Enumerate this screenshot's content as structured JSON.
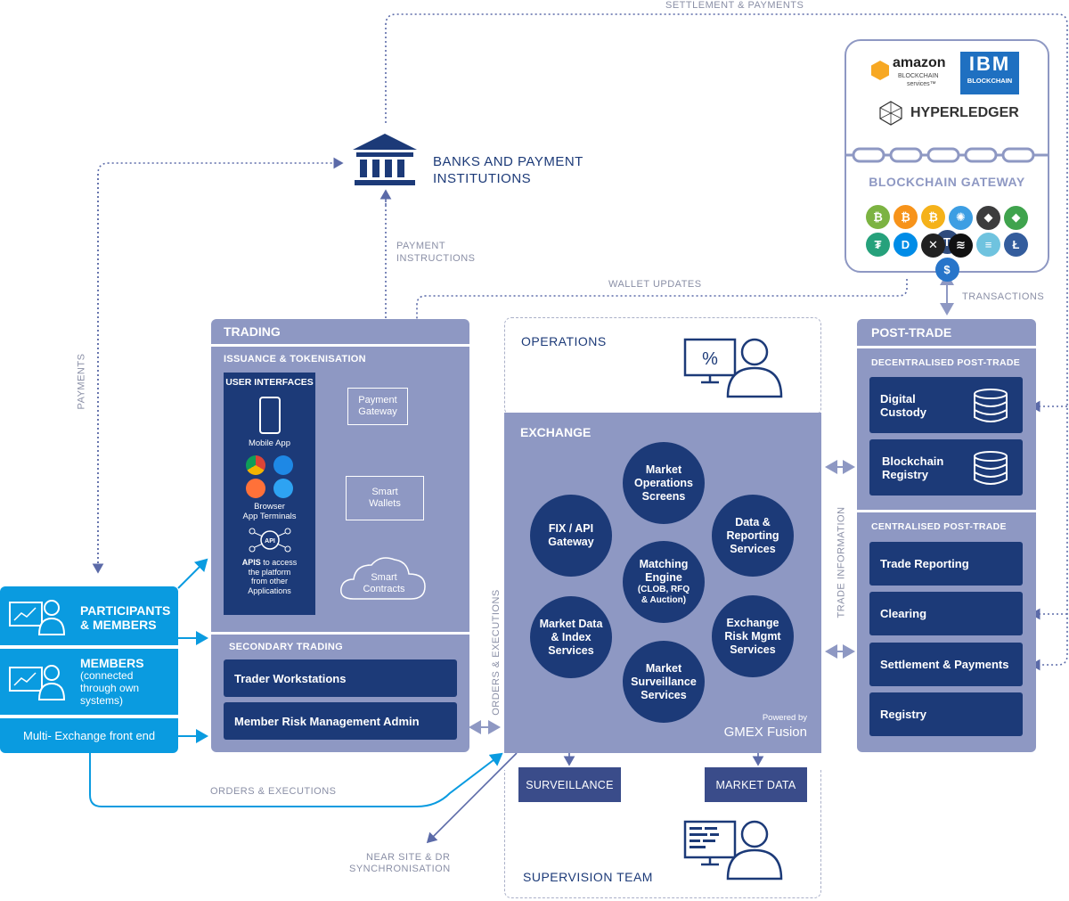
{
  "flows": {
    "settlement_payments": "SETTLEMENT & PAYMENTS",
    "payments": "PAYMENTS",
    "payment_instructions_1": "PAYMENT",
    "payment_instructions_2": "INSTRUCTIONS",
    "wallet_updates": "WALLET UPDATES",
    "transactions": "TRANSACTIONS",
    "trade_information": "TRADE INFORMATION",
    "orders_executions_vertical": "ORDERS & EXECUTIONS",
    "orders_executions_bottom": "ORDERS & EXECUTIONS",
    "near_site_1": "NEAR SITE & DR",
    "near_site_2": "SYNCHRONISATION"
  },
  "banks": {
    "title_line1": "BANKS AND PAYMENT",
    "title_line2": "INSTITUTIONS"
  },
  "blockchain": {
    "amazon": "amazon",
    "amazon_sub1": "BLOCKCHAIN",
    "amazon_sub2": "services™",
    "ibm": "IBM",
    "ibm_sub": "BLOCKCHAIN",
    "hyperledger": "HYPERLEDGER",
    "gateway_title": "BLOCKCHAIN GATEWAY",
    "coins_row1": [
      {
        "glyph": "₿",
        "color": "#7cb342"
      },
      {
        "glyph": "₿",
        "color": "#f7931a"
      },
      {
        "glyph": "₿",
        "color": "#f5b21a"
      },
      {
        "glyph": "✺",
        "color": "#3d9ee3"
      },
      {
        "glyph": "◆",
        "color": "#3c3c3d"
      },
      {
        "glyph": "◆",
        "color": "#3fa34d"
      },
      {
        "glyph": "T",
        "color": "#2f4b7c"
      }
    ],
    "coins_row2": [
      {
        "glyph": "₮",
        "color": "#26a17b"
      },
      {
        "glyph": "D",
        "color": "#008ce7"
      },
      {
        "glyph": "✕",
        "color": "#222222"
      },
      {
        "glyph": "≋",
        "color": "#111111"
      },
      {
        "glyph": "≡",
        "color": "#6fc3df"
      },
      {
        "glyph": "Ł",
        "color": "#345d9d"
      },
      {
        "glyph": "$",
        "color": "#2775ca"
      }
    ]
  },
  "trading": {
    "title": "TRADING",
    "issuance": "ISSUANCE & TOKENISATION",
    "user_interfaces": "USER INTERFACES",
    "mobile_app": "Mobile App",
    "browser_1": "Browser",
    "browser_2": "App Terminals",
    "apis_bold": "APIS",
    "apis_rest_1": "to access",
    "apis_rest_2": "the platform",
    "apis_rest_3": "from other",
    "apis_rest_4": "Applications",
    "api_badge": "API",
    "payment_gateway_1": "Payment",
    "payment_gateway_2": "Gateway",
    "smart_wallets_1": "Smart",
    "smart_wallets_2": "Wallets",
    "smart_contracts_1": "Smart",
    "smart_contracts_2": "Contracts",
    "secondary": "SECONDARY TRADING",
    "trader_workstations": "Trader Workstations",
    "member_risk": "Member Risk Management Admin"
  },
  "participants": {
    "participants_1": "PARTICIPANTS",
    "participants_2": "& MEMBERS",
    "members_title": "MEMBERS",
    "members_sub1": "(connected",
    "members_sub2": "through own",
    "members_sub3": "systems)",
    "multi_exchange": "Multi- Exchange front end"
  },
  "operations": {
    "title": "OPERATIONS"
  },
  "exchange": {
    "title": "EXCHANGE",
    "powered_by": "Powered by",
    "brand": "GMEX Fusion",
    "circles": {
      "market_ops": [
        "Market",
        "Operations",
        "Screens"
      ],
      "fix_api": [
        "FIX / API",
        "Gateway"
      ],
      "data_reporting": [
        "Data &",
        "Reporting",
        "Services"
      ],
      "matching": [
        "Matching",
        "Engine"
      ],
      "matching_sub": [
        "(CLOB, RFQ",
        "& Auction)"
      ],
      "market_data": [
        "Market Data",
        "& Index",
        "Services"
      ],
      "risk_mgmt": [
        "Exchange",
        "Risk Mgmt",
        "Services"
      ],
      "surveillance": [
        "Market",
        "Surveillance",
        "Services"
      ]
    }
  },
  "surveillance": "SURVEILLANCE",
  "market_data": "MARKET DATA",
  "supervision_team": "SUPERVISION TEAM",
  "post_trade": {
    "title": "POST-TRADE",
    "decentralised": "DECENTRALISED POST-TRADE",
    "digital_custody_1": "Digital",
    "digital_custody_2": "Custody",
    "blockchain_registry_1": "Blockchain",
    "blockchain_registry_2": "Registry",
    "centralised": "CENTRALISED POST-TRADE",
    "trade_reporting": "Trade Reporting",
    "clearing": "Clearing",
    "settlement": "Settlement & Payments",
    "registry": "Registry"
  }
}
